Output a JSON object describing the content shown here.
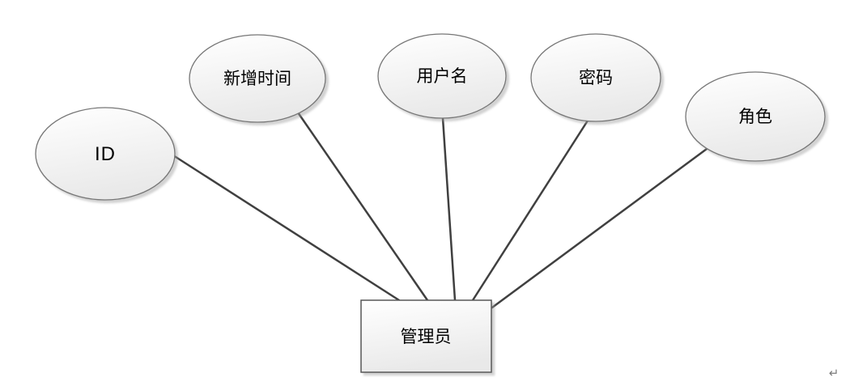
{
  "diagram": {
    "kind": "er-attribute-diagram",
    "entity": {
      "label": "管理员"
    },
    "attributes": [
      {
        "label": "ID"
      },
      {
        "label": "新增时间"
      },
      {
        "label": "用户名"
      },
      {
        "label": "密码"
      },
      {
        "label": "角色"
      }
    ],
    "paragraph_mark": "↵",
    "colors": {
      "background": "#ffffff",
      "shape_fill_top": "#ffffff",
      "shape_fill_bottom": "#ebebeb",
      "ellipse_border": "#767676",
      "entity_border": "#565656",
      "connector": "#404040",
      "text": "#000000",
      "paragraph_mark": "#7a7a7a"
    }
  }
}
